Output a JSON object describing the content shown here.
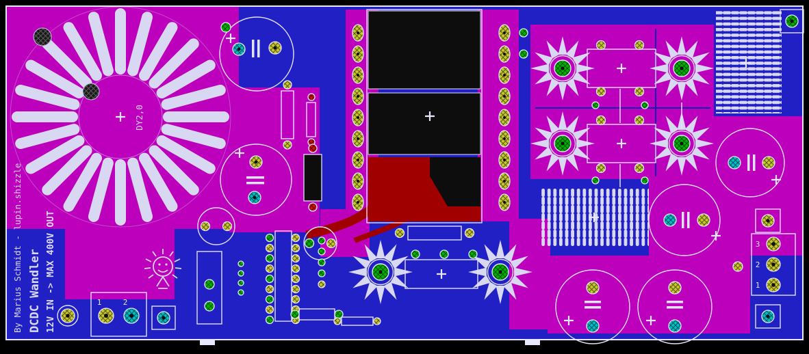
{
  "board": {
    "credit_vertical": "By Marius Schmidt - lupin.shizzle",
    "title_vertical": "DCDC Wandler",
    "subtitle_vertical": "12V IN -> MAX 400V OUT",
    "toroid_label": "DY2,0"
  },
  "connectors": {
    "input": {
      "pin_1": "1",
      "pin_2": "2"
    },
    "output": {
      "pin_top": "3",
      "pin_mid": "2",
      "pin_bottom": "1"
    }
  },
  "colors": {
    "background": "#000000",
    "board_blue": "#2020c4",
    "copper_magenta": "#bc00bc",
    "copper_red": "#a00000",
    "silk_lavender": "#d8d8f2",
    "pad_yellow": "#c9c92e",
    "pad_green": "#00b400",
    "pad_cyan": "#00bec8",
    "pad_red": "#cc1111",
    "outline_white": "#e8e8ff"
  }
}
